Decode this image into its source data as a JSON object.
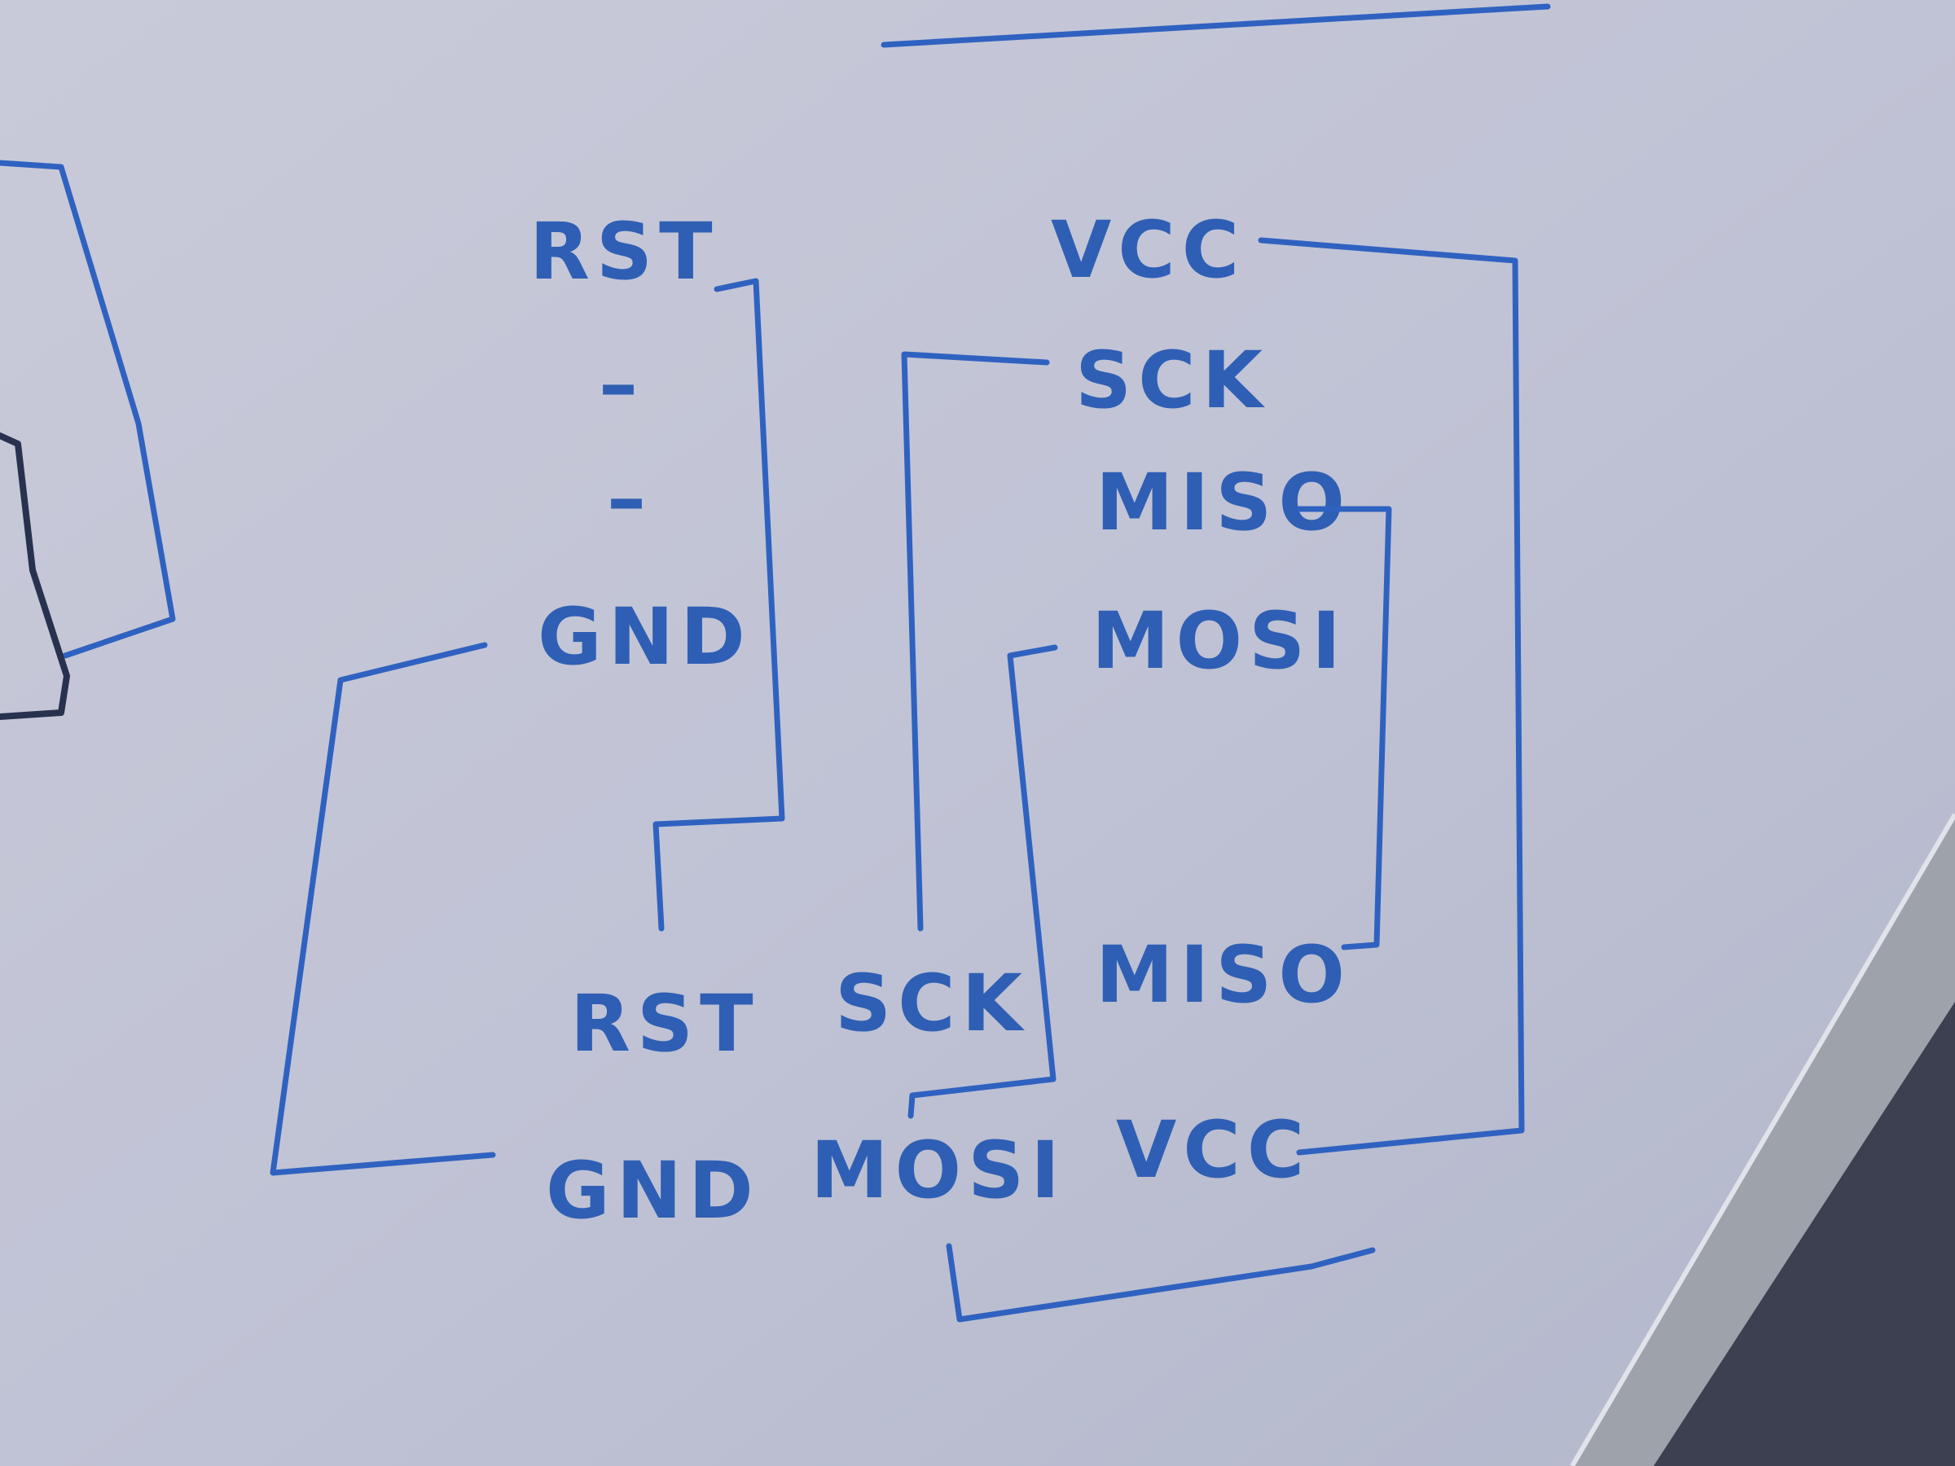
{
  "diagram": {
    "top_header": {
      "pins": {
        "rst": "RST",
        "nc1": "–",
        "nc2": "–",
        "gnd": "GND",
        "vcc": "VCC",
        "sck": "SCK",
        "miso": "MISO",
        "mosi": "MOSI"
      }
    },
    "bottom_header": {
      "pins": {
        "rst": "RST",
        "sck": "SCK",
        "miso": "MISO",
        "gnd": "GND",
        "mosi": "MOSI",
        "vcc": "VCC"
      }
    },
    "colors": {
      "ink": "#2f5fb4",
      "board": "#c4c6d8",
      "frame": "#9fa3a8",
      "cloth": "#3b3f4f"
    }
  }
}
